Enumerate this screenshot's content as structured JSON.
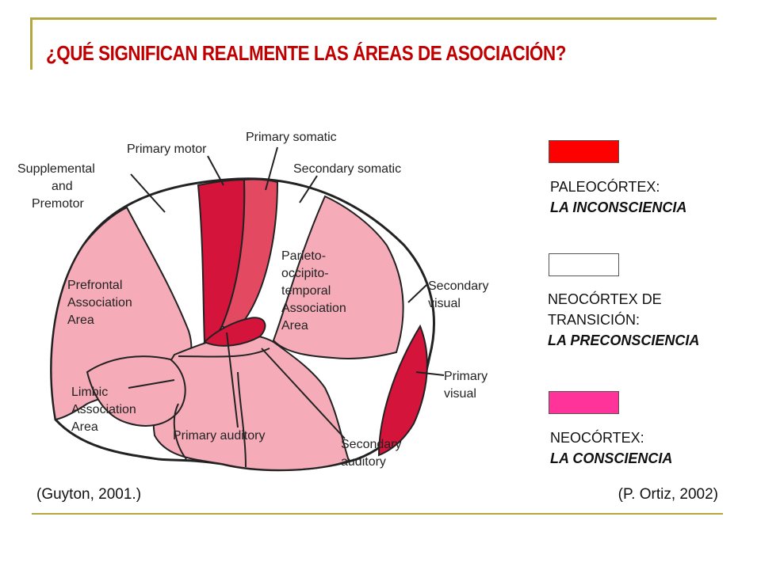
{
  "slide": {
    "title": "¿QUÉ SIGNIFICAN REALMENTE LAS ÁREAS DE ASOCIACIÓN?",
    "colors": {
      "accent_line": "#b5a642",
      "title": "#c00000"
    }
  },
  "diagram": {
    "labels": {
      "primary_motor": "Primary motor",
      "primary_somatic": "Primary somatic",
      "secondary_somatic": "Secondary somatic",
      "supplemental": [
        "Supplemental",
        "and",
        "Premotor"
      ],
      "prefrontal": [
        "Prefrontal",
        "Association",
        "Area"
      ],
      "parieto": [
        "Parieto-",
        "occipito-",
        "temporal",
        "Association",
        "Area"
      ],
      "secondary_visual": [
        "Secondary",
        "visual"
      ],
      "primary_visual": [
        "Primary",
        "visual"
      ],
      "limbic": [
        "Limbic",
        "Association",
        "Area"
      ],
      "primary_auditory": "Primary auditory",
      "secondary_auditory": [
        "Secondary",
        "auditory"
      ]
    },
    "colors": {
      "primary": "#d4143a",
      "somatic": "#e34a62",
      "association": "#f5acb8",
      "transition": "#ffffff",
      "outline": "#222222"
    }
  },
  "legend": {
    "items": [
      {
        "color": "#ff0000",
        "line1": "PALEOCÓRTEX:",
        "line2": "LA INCONSCIENCIA"
      },
      {
        "color": "#ffffff",
        "line1": "NEOCÓRTEX DE",
        "line1b": "TRANSICIÓN:",
        "line2": "LA PRECONSCIENCIA"
      },
      {
        "color": "#ff3399",
        "line1": "NEOCÓRTEX:",
        "line2": "LA CONSCIENCIA"
      }
    ]
  },
  "citations": {
    "left": "(Guyton, 2001.)",
    "right": "(P. Ortiz, 2002)"
  }
}
